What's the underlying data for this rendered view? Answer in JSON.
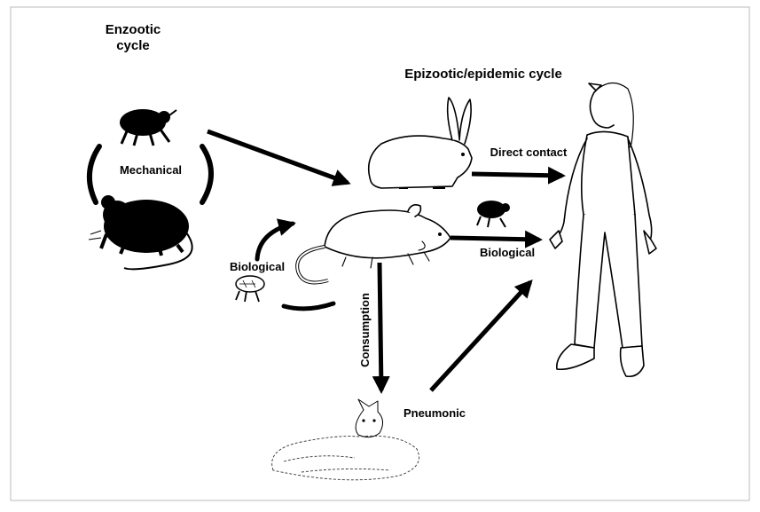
{
  "labels": {
    "enzootic_line1": "Enzootic",
    "enzootic_line2": "cycle",
    "epizootic": "Epizootic/epidemic cycle",
    "mechanical": "Mechanical",
    "biological_left": "Biological",
    "direct_contact": "Direct contact",
    "biological_right": "Biological",
    "consumption": "Consumption",
    "pneumonic": "Pneumonic"
  },
  "icons": [
    "flea-icon",
    "mouse-icon",
    "rabbit-icon",
    "rat-icon",
    "cat-icon",
    "girl-icon"
  ],
  "colors": {
    "ink": "#000000",
    "background": "#ffffff"
  }
}
